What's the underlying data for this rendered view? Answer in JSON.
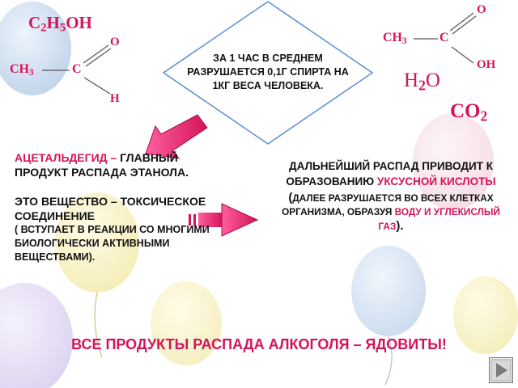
{
  "slide": {
    "ethanol_formula": {
      "c": "C",
      "c_sub": "2",
      "h": "H",
      "h_sub": "5",
      "oh": "OH"
    },
    "acetaldehyde": {
      "o": "O",
      "ch3": "CH",
      "ch3_sub": "3",
      "c": "C",
      "h": "H"
    },
    "acetic_acid": {
      "o": "O",
      "ch3": "CH",
      "ch3_sub": "3",
      "c": "C",
      "oh": "OH"
    },
    "water": {
      "h": "H",
      "h_sub": "2",
      "o": "O"
    },
    "co2": {
      "co": "CO",
      "sub": "2"
    },
    "diamond_text": "За 1 час в среднем разрушается 0,1г спирта на 1кг веса человека.",
    "left_block": {
      "line1_highlight": "Ацетальдегид –",
      "line1_rest": " главный продукт распада этанола.",
      "line2": "Это вещество – токсическое соединение",
      "line3": "( вступает в реакции со многими биологически активными веществами)."
    },
    "right_block": {
      "line1": "Дальнейший распад приводит к образованию",
      "line1_highlight": "уксусной кислоты",
      "line2_open": "(",
      "line2": "далее разрушается во всех клетках организма, образуя",
      "line2_highlight": "воду и углекислый газ",
      "line2_close": ")."
    },
    "bottom_text": "Все продукты распада алкоголя – ядовиты!",
    "colors": {
      "accent": "#d4145a",
      "arrow": "#d4145a",
      "text": "#111111"
    }
  }
}
